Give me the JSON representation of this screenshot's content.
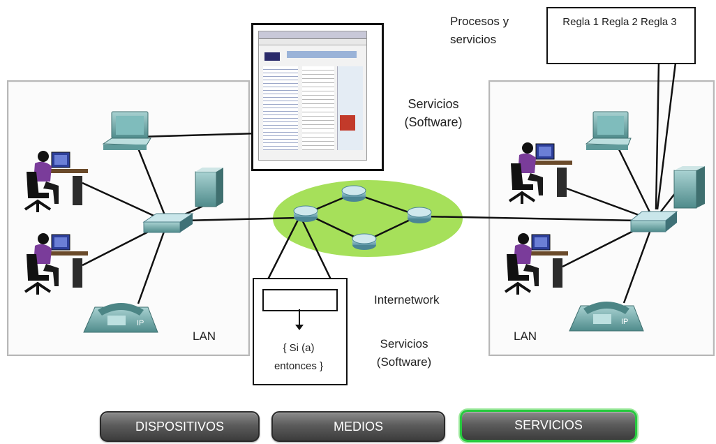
{
  "top_label": {
    "processes": "Procesos y servicios",
    "rules": "Regla 1 Regla 2 Regla 3"
  },
  "center": {
    "services_top": "Servicios (Software)",
    "internetwork": "Internetwork",
    "services_bottom": "Servicios (Software)",
    "rule_snippet": "{ Si (a) entonces }"
  },
  "left_lan": {
    "label": "LAN"
  },
  "right_lan": {
    "label": "LAN"
  },
  "phone_badge": "IP",
  "buttons": [
    {
      "label": "DISPOSITIVOS",
      "active": false
    },
    {
      "label": "MEDIOS",
      "active": false
    },
    {
      "label": "SERVICIOS",
      "active": true
    }
  ],
  "colors": {
    "cloud": "#a6e05a",
    "device_teal": "#6fa9a9",
    "person_shirt": "#7a3c9a",
    "active_border": "#27c93f"
  }
}
